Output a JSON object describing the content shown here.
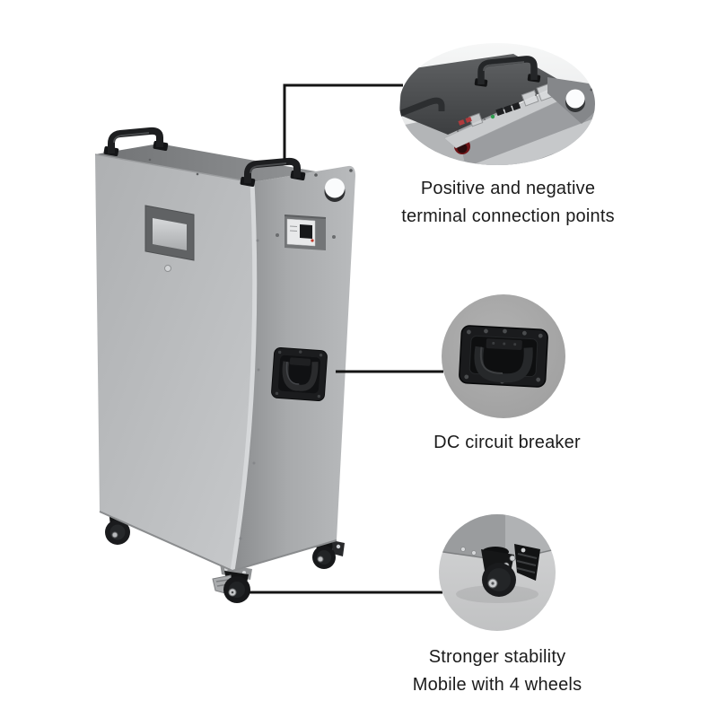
{
  "page": {
    "background": "#ffffff",
    "kind": "annotated product detail image"
  },
  "colors": {
    "callout_line": "#141414",
    "label_text": "#1b1b1b",
    "cabinet_front": "#b8babc",
    "cabinet_side": "#a5a7a9",
    "cabinet_top": "#7e8082",
    "handle_black": "#1d1e20",
    "detail_circle_gray": "#a8a8a8",
    "alert_red": "#b03a3c",
    "indicator_green": "#2e9e4f"
  },
  "callouts": [
    {
      "id": "terminal-connections",
      "detail_view": "top-of-unit-terminal-strip-closeup",
      "lines": [
        "Positive and negative",
        "terminal connection points"
      ]
    },
    {
      "id": "dc-circuit-breaker",
      "detail_view": "side-folding-handle-closeup",
      "lines": [
        "DC circuit breaker"
      ]
    },
    {
      "id": "wheels",
      "detail_view": "caster-wheel-with-brake-closeup",
      "lines": [
        "Stronger stability",
        "Mobile with 4 wheels"
      ]
    }
  ]
}
